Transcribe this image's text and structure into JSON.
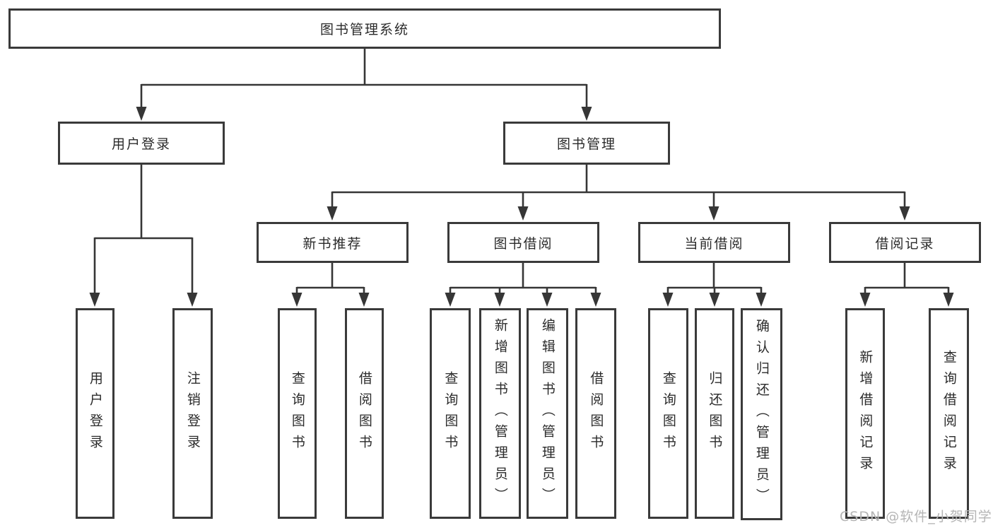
{
  "tree": {
    "root": {
      "label": "图书管理系统"
    },
    "branches": [
      {
        "label": "用户登录",
        "children": [
          {
            "label": "用户登录"
          },
          {
            "label": "注销登录"
          }
        ]
      },
      {
        "label": "图书管理",
        "children": [
          {
            "label": "新书推荐",
            "children": [
              {
                "label": "查询图书"
              },
              {
                "label": "借阅图书"
              }
            ]
          },
          {
            "label": "图书借阅",
            "children": [
              {
                "label": "查询图书"
              },
              {
                "label": "新增图书（管理员）"
              },
              {
                "label": "编辑图书（管理员）"
              },
              {
                "label": "借阅图书"
              }
            ]
          },
          {
            "label": "当前借阅",
            "children": [
              {
                "label": "查询图书"
              },
              {
                "label": "归还图书"
              },
              {
                "label": "确认归还（管理员）"
              }
            ]
          },
          {
            "label": "借阅记录",
            "children": [
              {
                "label": "新增借阅记录"
              },
              {
                "label": "查询借阅记录"
              }
            ]
          }
        ]
      }
    ]
  },
  "watermark": {
    "text": "CSDN @软件_小贺同学"
  },
  "colors": {
    "border": "#3a3a3a",
    "line": "#363636",
    "text": "#2b2b2b",
    "watermark": "#b5b5b5",
    "background": "#ffffff"
  }
}
